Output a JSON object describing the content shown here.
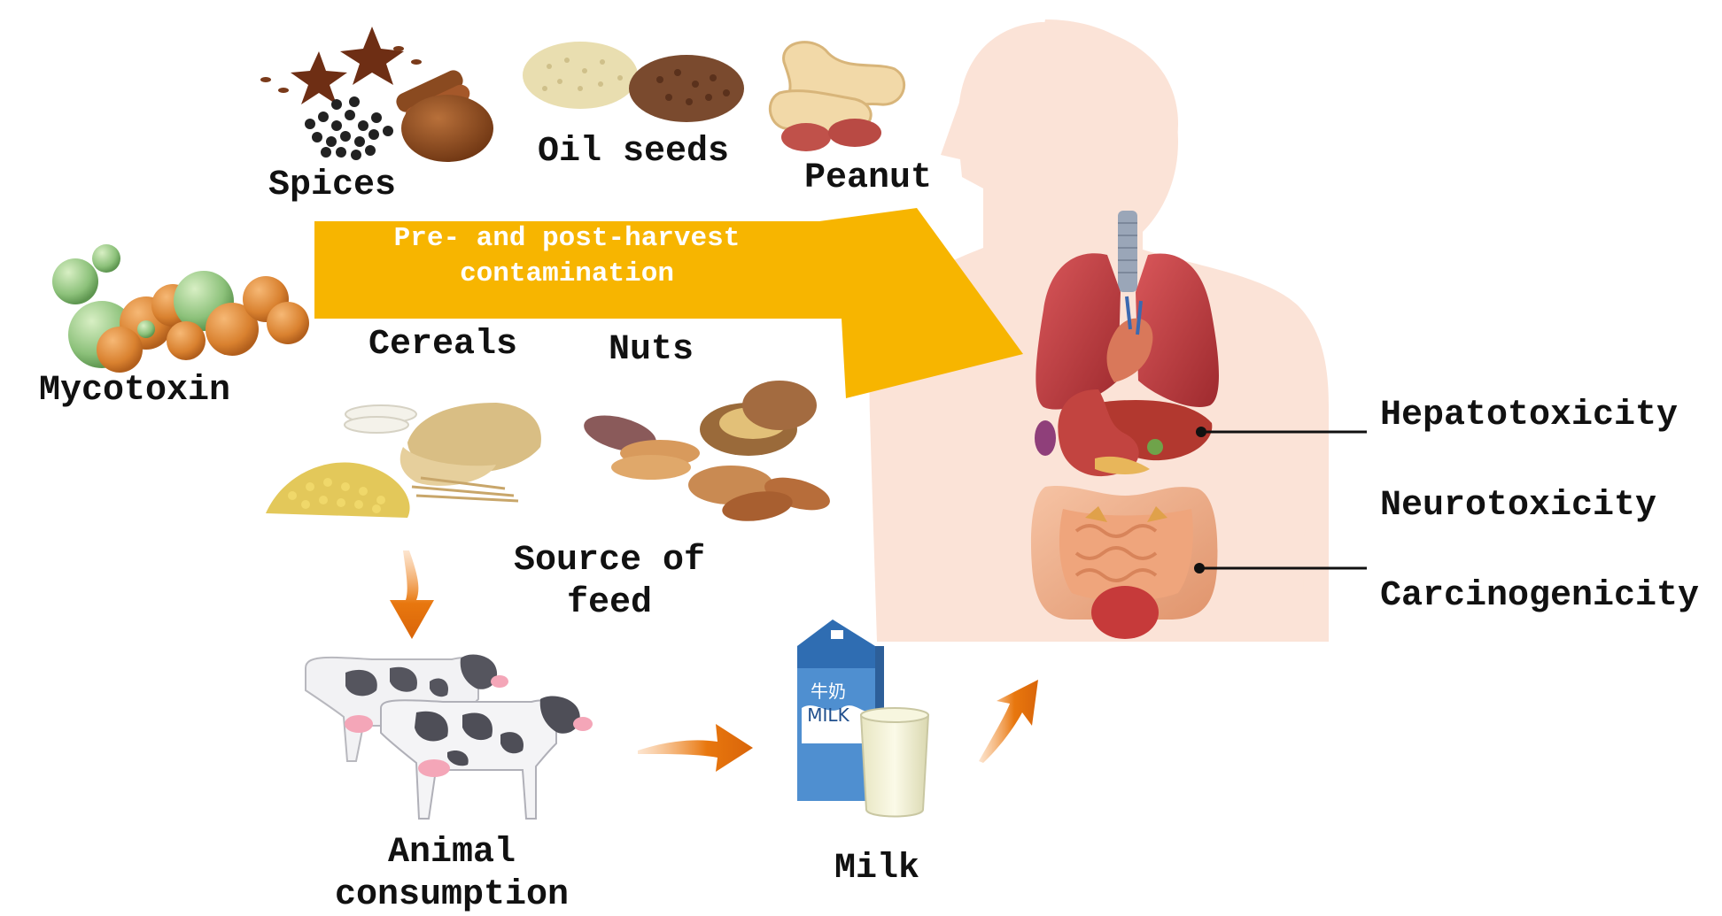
{
  "labels": {
    "mycotoxin": "Mycotoxin",
    "spices": "Spices",
    "oil_seeds": "Oil seeds",
    "peanut": "Peanut",
    "cereals": "Cereals",
    "nuts": "Nuts",
    "feed_line1": "Source of",
    "feed_line2": "feed",
    "animal_line1": "Animal",
    "animal_line2": "consumption",
    "milk": "Milk"
  },
  "banner": {
    "line1": "Pre- and post-harvest",
    "line2": "contamination"
  },
  "effects": [
    "Hepatotoxicity",
    "Neurotoxicity",
    "Carcinogenicity"
  ],
  "carton_text": {
    "line1": "牛奶",
    "line2": "MILK"
  },
  "colors": {
    "banner_arrow": "#F7B500",
    "flow_arrow": "#E8770E",
    "body_silhouette": "#FBE3D7",
    "organs": "#C0393B",
    "text": "#111111",
    "banner_text": "#FFFFFF"
  },
  "icons": [
    "mycotoxin-spores",
    "spices",
    "oil-seeds",
    "peanut",
    "cereals",
    "nuts",
    "cows",
    "milk-carton",
    "milk-glass",
    "human-body",
    "lungs",
    "liver",
    "stomach",
    "intestines"
  ]
}
